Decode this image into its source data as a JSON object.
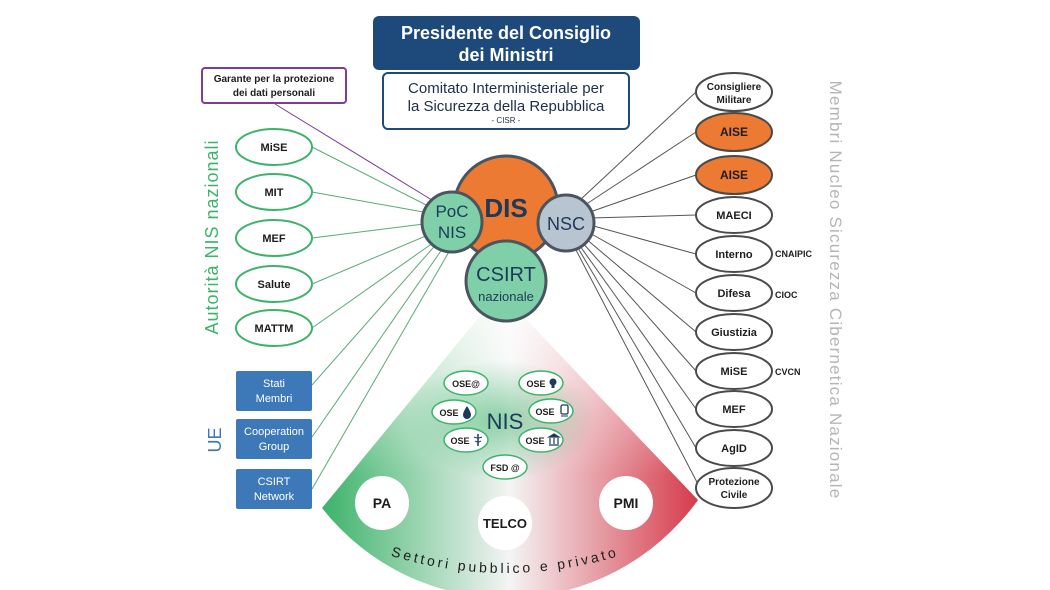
{
  "president": {
    "line1": "Presidente del Consiglio",
    "line2": "dei Ministri"
  },
  "cisr": {
    "line1": "Comitato Interministeriale per",
    "line2": "la Sicurezza della Repubblica",
    "abbr": "- CISR -"
  },
  "garante": {
    "line1": "Garante per la protezione",
    "line2": "dei dati personali"
  },
  "dis": "DIS",
  "poc": {
    "line1": "PoC",
    "line2": "NIS"
  },
  "nsc": "NSC",
  "csirt": {
    "line1": "CSIRT",
    "line2": "nazionale"
  },
  "nis_authorities": {
    "title": "Autorità NIS nazionali",
    "items": [
      "MiSE",
      "MIT",
      "MEF",
      "Salute",
      "MATTM"
    ]
  },
  "ue": {
    "title": "UE",
    "items": [
      {
        "line1": "Stati",
        "line2": "Membri"
      },
      {
        "line1": "Cooperation",
        "line2": "Group"
      },
      {
        "line1": "CSIRT",
        "line2": "Network"
      }
    ]
  },
  "nucleo": {
    "title": "Membri Nucleo Sicurezza Cibernetica Nazionale",
    "items": [
      {
        "line1": "Consigliere",
        "line2": "Militare",
        "tag": ""
      },
      {
        "line1": "AISE",
        "line2": "",
        "tag": ""
      },
      {
        "line1": "AISE",
        "line2": "",
        "tag": ""
      },
      {
        "line1": "MAECI",
        "line2": "",
        "tag": ""
      },
      {
        "line1": "Interno",
        "line2": "",
        "tag": "CNAIPIC"
      },
      {
        "line1": "Difesa",
        "line2": "",
        "tag": "CIOC"
      },
      {
        "line1": "Giustizia",
        "line2": "",
        "tag": ""
      },
      {
        "line1": "MiSE",
        "line2": "",
        "tag": "CVCN"
      },
      {
        "line1": "MEF",
        "line2": "",
        "tag": ""
      },
      {
        "line1": "AgID",
        "line2": "",
        "tag": ""
      },
      {
        "line1": "Protezione",
        "line2": "Civile",
        "tag": ""
      }
    ]
  },
  "nis_cloud": {
    "title": "NIS",
    "items": [
      "OSE@",
      "OSE",
      "OSE",
      "OSE",
      "OSE",
      "OSE",
      "FSD @"
    ]
  },
  "sectors": {
    "pa": "PA",
    "telco": "TELCO",
    "pmi": "PMI",
    "label": "Settori pubblico e privato"
  },
  "colors": {
    "navy": "#1d4a7a",
    "orange": "#ec7a32",
    "green": "#3cb36a",
    "teal": "#7fd0a8",
    "blue_box": "#3d78b8",
    "purple": "#7b3d99",
    "grey_blue": "#b8c4cf"
  }
}
